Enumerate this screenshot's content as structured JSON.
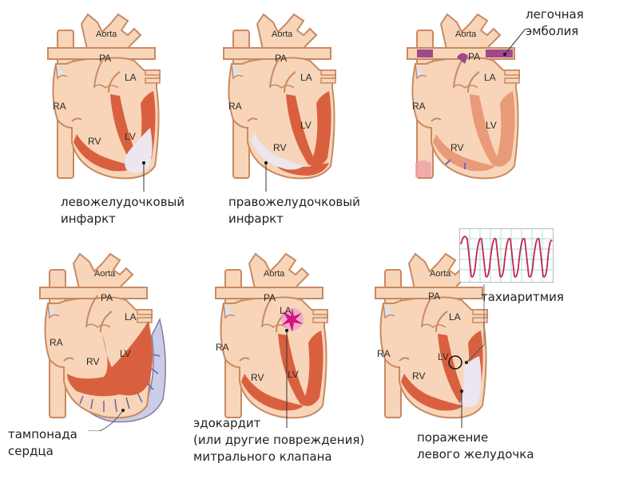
{
  "colors": {
    "tissue": "#f8d5b8",
    "outline": "#c88a62",
    "myocardium": "#d9603f",
    "infarct": "#ece6f0",
    "embolus": "#a0478e",
    "fluid": "#c9cde8",
    "fluid_arrows": "#6a5fb0",
    "lesion": "#d6127f",
    "ecg_line": "#c0284a",
    "ecg_grid": "#8ccfd3"
  },
  "chamber_labels": {
    "aorta": "Aorta",
    "pa": "PA",
    "la": "LA",
    "ra": "RA",
    "rv": "RV",
    "lv": "LV"
  },
  "panels": [
    {
      "id": "lv-infarct",
      "caption_lines": [
        "левожелудочковый",
        "инфаркт"
      ]
    },
    {
      "id": "rv-infarct",
      "caption_lines": [
        "правожелудочковый",
        "инфаркт"
      ]
    },
    {
      "id": "pulmonary-embolism",
      "caption_lines": [
        "легочная",
        "эмболия"
      ]
    },
    {
      "id": "cardiac-tamponade",
      "caption_lines": [
        "тампонада",
        "сердца"
      ]
    },
    {
      "id": "mitral-endocarditis",
      "caption_lines": [
        "эдокардит",
        "(или другие повреждения)",
        "митрального клапана"
      ]
    },
    {
      "id": "lv-damage-tachyarrhythmia",
      "caption_lines": [
        "поражение",
        "левого желудочка"
      ],
      "ecg_label": "тахиаритмия"
    }
  ]
}
